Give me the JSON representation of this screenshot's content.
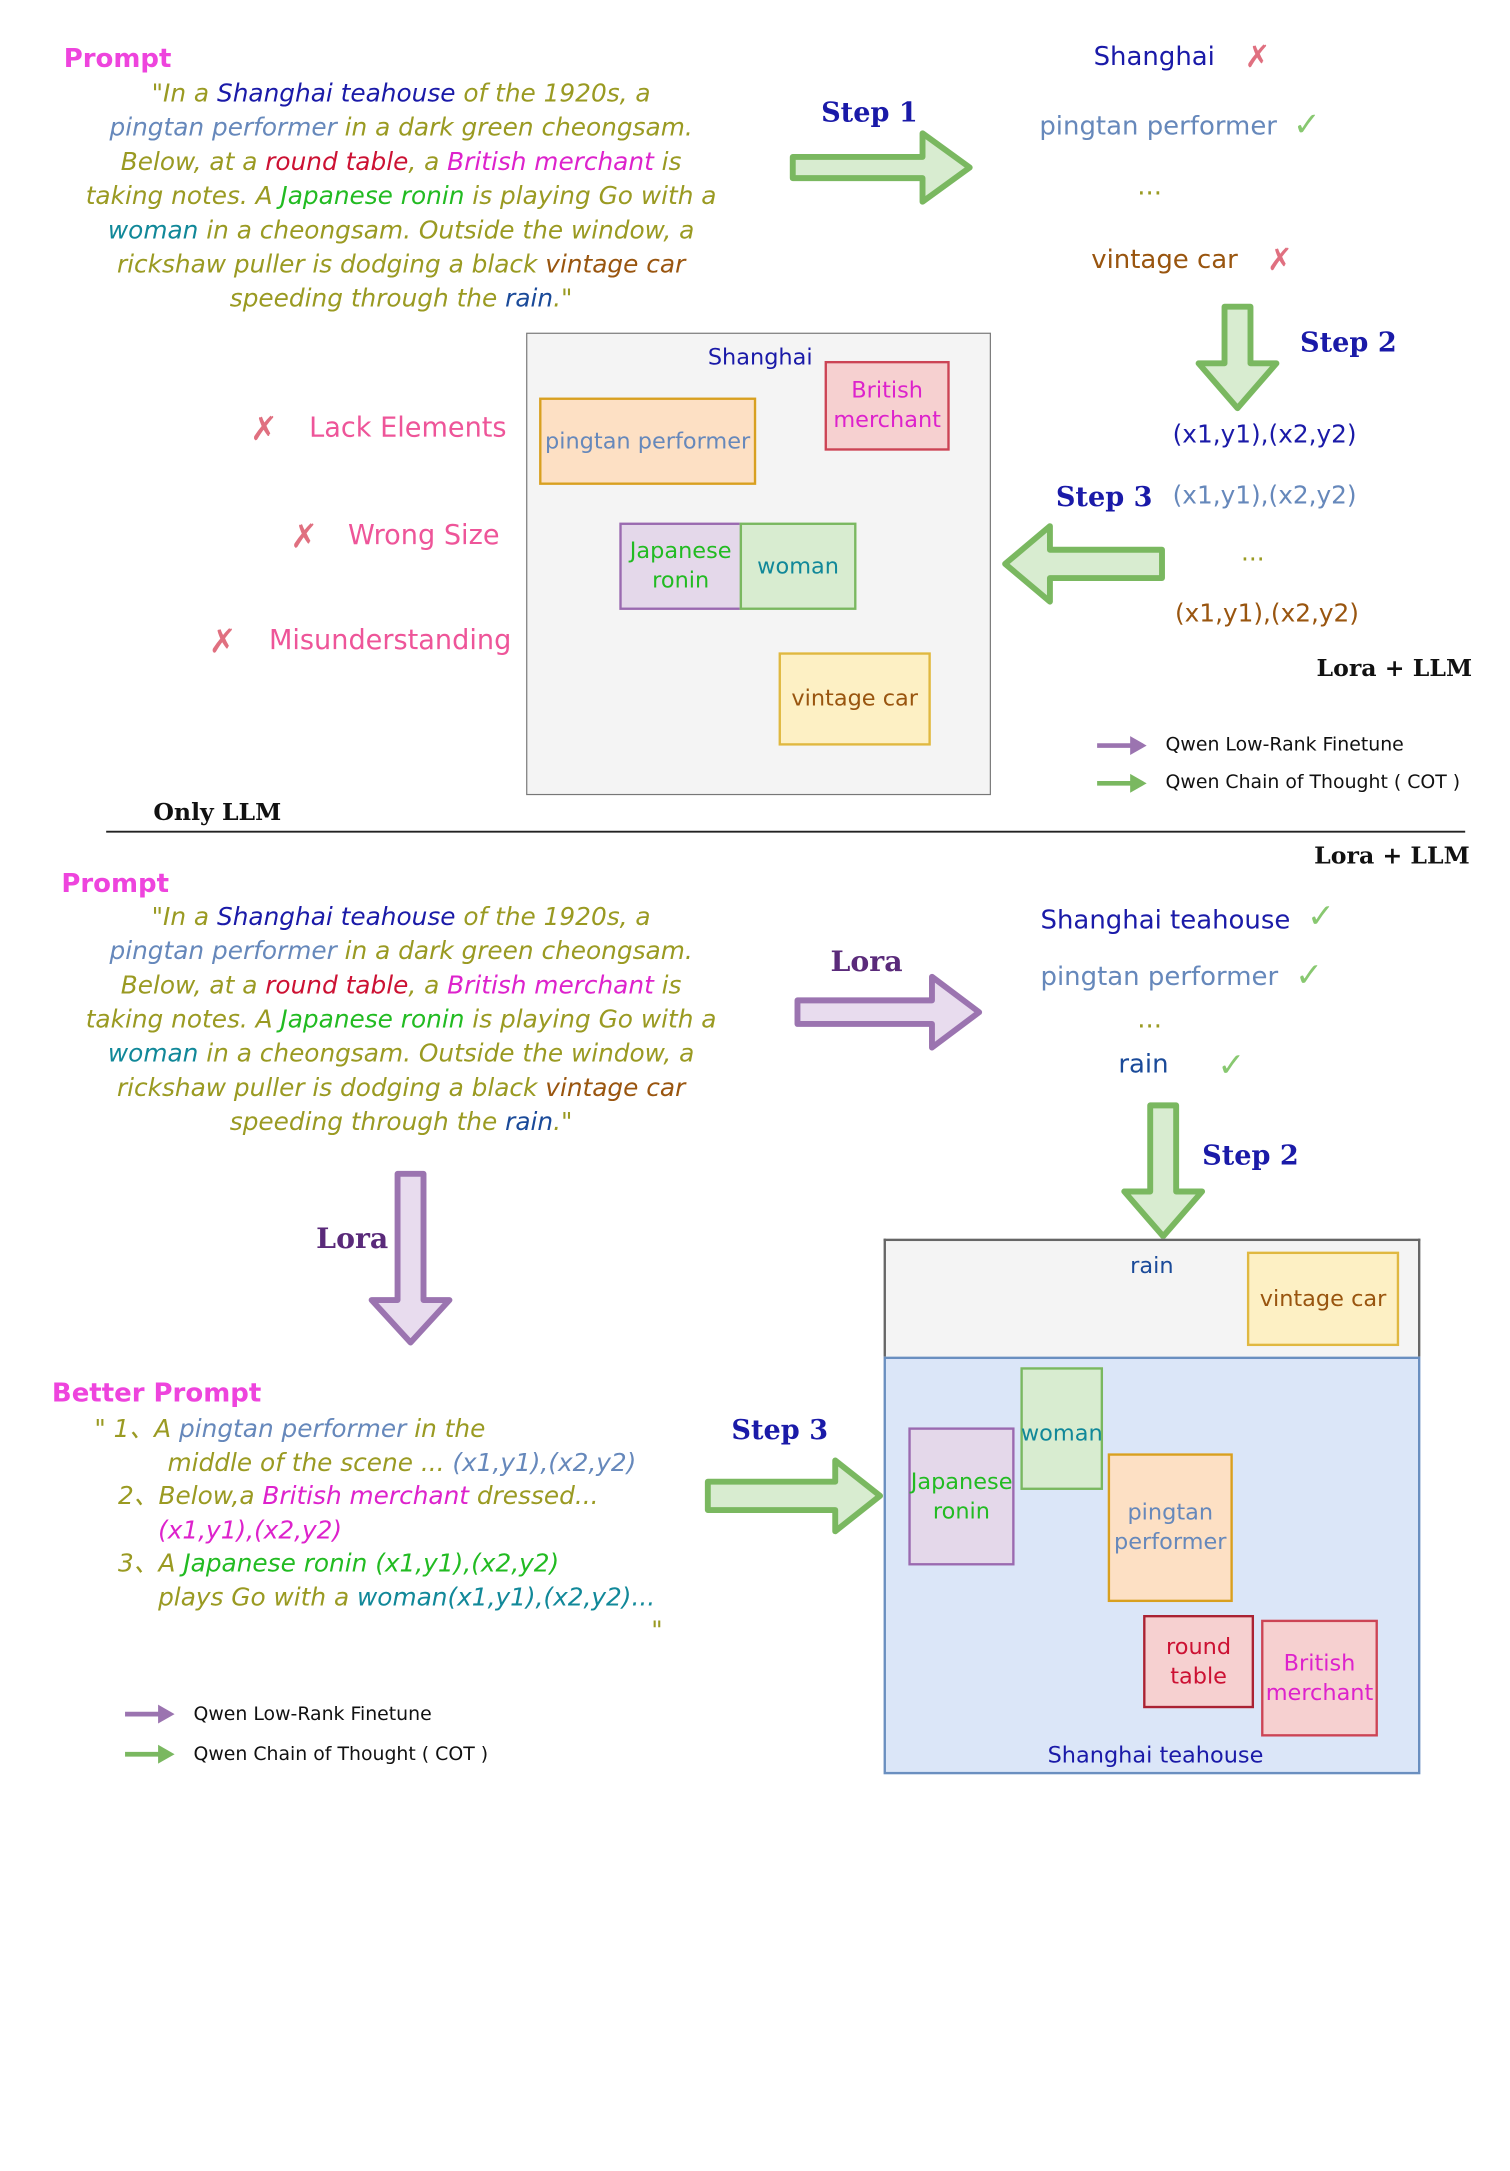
{
  "colors": {
    "pink": "#ee44dd",
    "navy": "#1a1aa8",
    "steel": "#6688bb",
    "olive": "#9a9a22",
    "crimson": "#cc1133",
    "magenta": "#dd22cc",
    "green": "#22bb22",
    "teal": "#118899",
    "brown": "#99550f",
    "rainblue": "#1a4a99",
    "arrow_green": "#7ab860",
    "arrow_purple": "#9b74b0"
  },
  "top": {
    "prompt_label": "Prompt",
    "prompt_lines": [
      [
        {
          "t": "\"In a ",
          "c": "olive"
        },
        {
          "t": "Shanghai teahouse",
          "c": "navy"
        },
        {
          "t": " of the 1920s, a",
          "c": "olive"
        }
      ],
      [
        {
          "t": "pingtan performer",
          "c": "steel"
        },
        {
          "t": " in a dark green cheongsam.",
          "c": "olive"
        }
      ],
      [
        {
          "t": "Below, at a ",
          "c": "olive"
        },
        {
          "t": "round table",
          "c": "crimson"
        },
        {
          "t": ", a ",
          "c": "olive"
        },
        {
          "t": "British merchant",
          "c": "magenta"
        },
        {
          "t": " is",
          "c": "olive"
        }
      ],
      [
        {
          "t": "taking notes. A ",
          "c": "olive"
        },
        {
          "t": "Japanese ronin",
          "c": "green"
        },
        {
          "t": " is playing Go with a",
          "c": "olive"
        }
      ],
      [
        {
          "t": "woman",
          "c": "teal"
        },
        {
          "t": " in a cheongsam. Outside the window, a",
          "c": "olive"
        }
      ],
      [
        {
          "t": "rickshaw puller is dodging a black ",
          "c": "olive"
        },
        {
          "t": "vintage car",
          "c": "brown"
        }
      ],
      [
        {
          "t": "speeding through the ",
          "c": "olive"
        },
        {
          "t": "rain",
          "c": "rainblue"
        },
        {
          "t": ".\"",
          "c": "olive"
        }
      ]
    ],
    "step1": "Step 1",
    "step2": "Step 2",
    "step3": "Step 3",
    "extract": {
      "shanghai": "Shanghai",
      "pingtan": "pingtan performer",
      "dots": "...",
      "vintage": "vintage car"
    },
    "coords": [
      "(x1,y1),(x2,y2)",
      "(x1,y1),(x2,y2)",
      "...",
      "(x1,y1),(x2,y2)"
    ],
    "errors": [
      "Lack Elements",
      "Wrong Size",
      "Misunderstanding"
    ],
    "layout_labels": {
      "shanghai": "Shanghai",
      "british": "British merchant",
      "pingtan": "pingtan performer",
      "japanese": "Japanese ronin",
      "woman": "woman",
      "vintage": "vintage car"
    },
    "lora_llm": "Lora + LLM",
    "legend": [
      "Qwen Low-Rank Finetune",
      "Qwen Chain of Thought ( COT )"
    ],
    "only_llm": "Only LLM"
  },
  "bottom": {
    "lora_llm": "Lora + LLM",
    "prompt_label": "Prompt",
    "lora_right": "Lora",
    "lora_down": "Lora",
    "extract": {
      "teahouse": "Shanghai teahouse",
      "pingtan": "pingtan performer",
      "dots": "...",
      "rain": "rain"
    },
    "step2": "Step 2",
    "step3": "Step 3",
    "better_label": "Better Prompt",
    "better_lines": [
      [
        {
          "t": "\"   1、A ",
          "c": "olive"
        },
        {
          "t": "pingtan performer",
          "c": "steel"
        },
        {
          "t": " in the",
          "c": "olive"
        }
      ],
      [
        {
          "t": "middle of the scene ... ",
          "c": "olive"
        },
        {
          "t": "(x1,y1),(x2,y2)",
          "c": "steel"
        }
      ],
      [
        {
          "t": "2、Below,a ",
          "c": "olive"
        },
        {
          "t": "British merchant",
          "c": "magenta"
        },
        {
          "t": " dressed...",
          "c": "olive"
        }
      ],
      [
        {
          "t": "(x1,y1),(x2,y2)",
          "c": "magenta"
        }
      ],
      [
        {
          "t": "3、A ",
          "c": "olive"
        },
        {
          "t": "Japanese ronin (x1,y1),(x2,y2)",
          "c": "green"
        }
      ],
      [
        {
          "t": "plays Go with a ",
          "c": "olive"
        },
        {
          "t": "woman(x1,y1),(x2,y2)...",
          "c": "teal"
        }
      ],
      [
        {
          "t": "\"",
          "c": "olive"
        }
      ]
    ],
    "layout_labels": {
      "rain": "rain",
      "vintage": "vintage car",
      "woman": "woman",
      "japanese": "Japanese ronin",
      "pingtan": "pingtan performer",
      "round": "round table",
      "british": "British merchant",
      "teahouse": "Shanghai teahouse"
    },
    "legend": [
      "Qwen Low-Rank Finetune",
      "Qwen Chain of Thought ( COT )"
    ]
  }
}
